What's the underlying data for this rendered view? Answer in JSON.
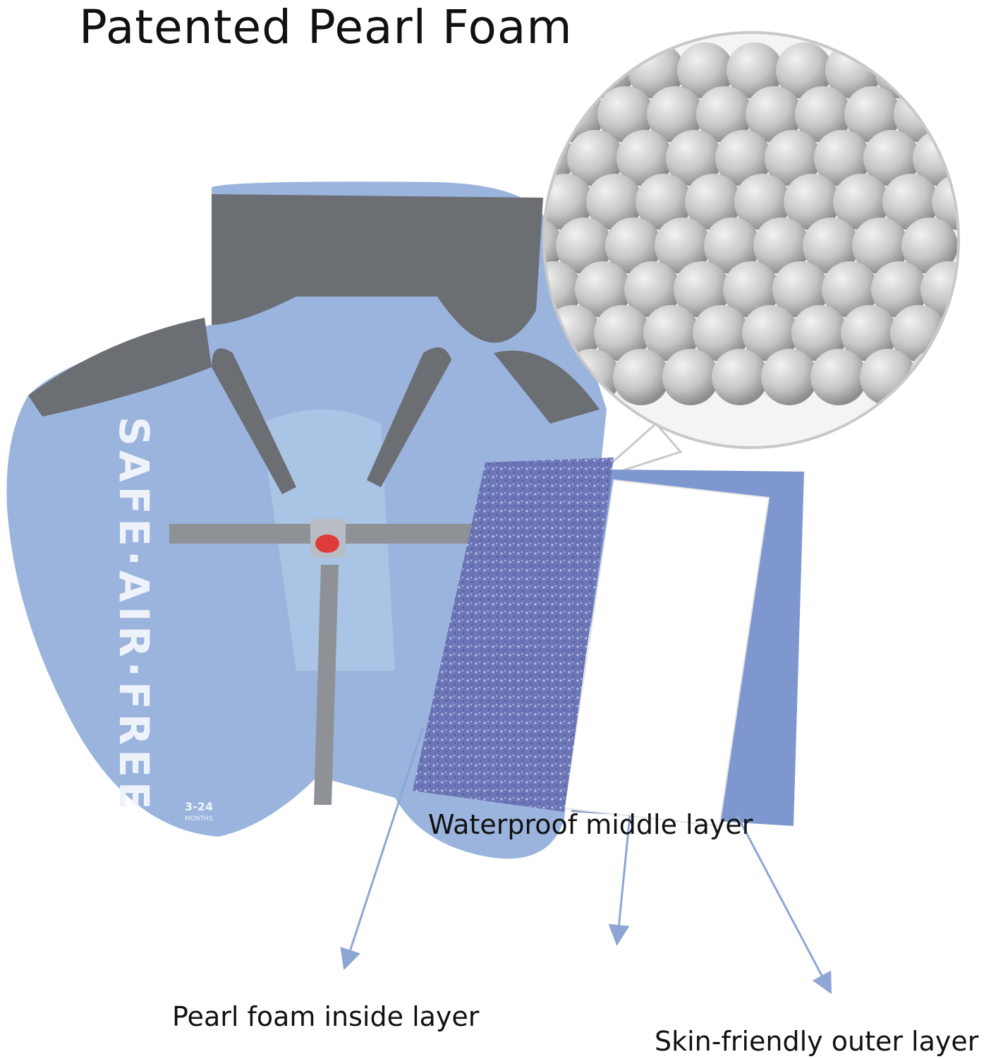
{
  "title": "Patented Pearl Foam",
  "labels": {
    "inside": "Pearl foam inside layer",
    "middle": "Waterproof middle layer",
    "outer": "Skin-friendly outer layer"
  },
  "product_print": {
    "brand_text": "SAFE·AIR·FREE",
    "age": "3-24",
    "age_unit": "MONTHS"
  },
  "colors": {
    "float_blue": "#9bb4de",
    "panel_gray": "#6b6e73",
    "arrow": "#8ea6d6",
    "foam": "#6f79b8"
  }
}
